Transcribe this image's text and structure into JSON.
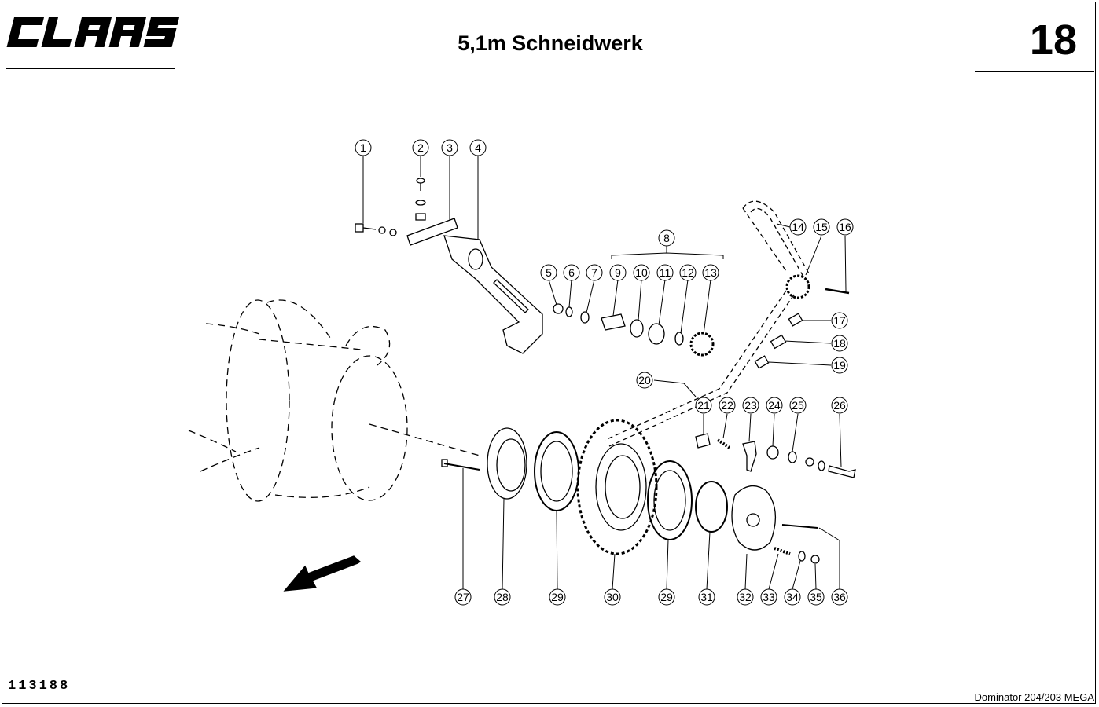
{
  "header": {
    "brand": "CLAAS",
    "title": "5,1m Schneidwerk",
    "page_number": "18"
  },
  "footer": {
    "drawing_number": "113188",
    "model": "Dominator 204/203 MEGA"
  },
  "callouts": {
    "c1": "1",
    "c2": "2",
    "c3": "3",
    "c4": "4",
    "c5": "5",
    "c6": "6",
    "c7": "7",
    "c8": "8",
    "c9": "9",
    "c10": "10",
    "c11": "11",
    "c12": "12",
    "c13": "13",
    "c14": "14",
    "c15": "15",
    "c16": "16",
    "c17": "17",
    "c18": "18",
    "c19": "19",
    "c20": "20",
    "c21": "21",
    "c22": "22",
    "c23": "23",
    "c24": "24",
    "c25": "25",
    "c26": "26",
    "c27": "27",
    "c28": "28",
    "c29a": "29",
    "c30": "30",
    "c29b": "29",
    "c31": "31",
    "c32": "32",
    "c33": "33",
    "c34": "34",
    "c35": "35",
    "c36": "36"
  }
}
